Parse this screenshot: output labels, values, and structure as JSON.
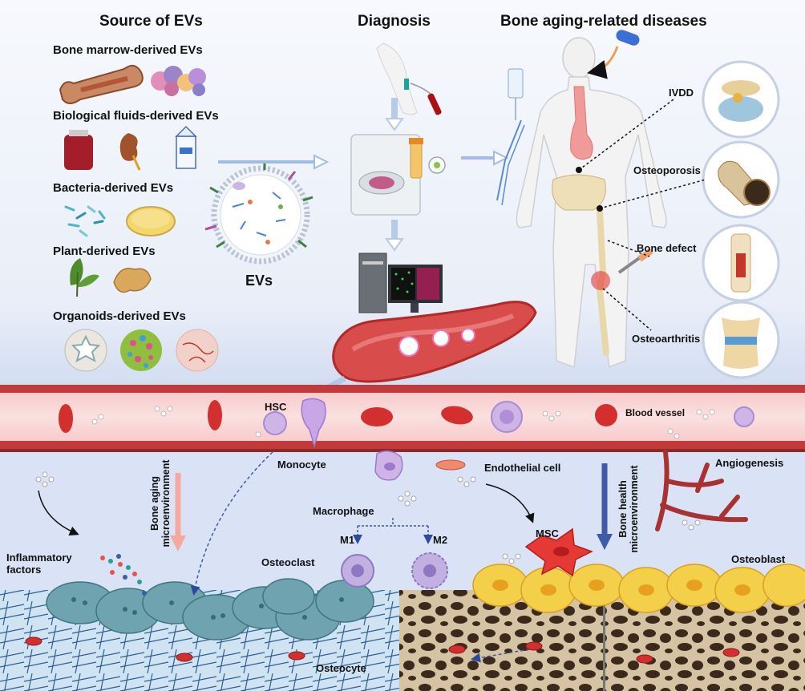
{
  "sections": {
    "source_title": "Source of EVs",
    "diagnosis_title": "Diagnosis",
    "diseases_title": "Bone aging-related diseases"
  },
  "sources": [
    "Bone marrow-derived EVs",
    "Biological fluids-derived EVs",
    "Bacteria-derived EVs",
    "Plant-derived EVs",
    "Organoids-derived EVs"
  ],
  "evs_label": "EVs",
  "diseases": [
    "IVDD",
    "Osteoporosis",
    "Bone defect",
    "Osteoarthritis"
  ],
  "bottom": {
    "hsc": "HSC",
    "blood_vessel": "Blood vessel",
    "monocyte": "Monocyte",
    "endothelial_cell": "Endothelial cell",
    "angiogenesis": "Angiogenesis",
    "macrophage": "Macrophage",
    "m1": "M1",
    "m2": "M2",
    "msc": "MSC",
    "osteoclast": "Osteoclast",
    "osteoblast": "Osteoblast",
    "osteocyte": "Osteocyte",
    "inflammatory_factors_1": "Inflammatory",
    "inflammatory_factors_2": "factors",
    "bone_aging_1": "Bone aging",
    "bone_aging_2": "microenvironment",
    "bone_health_1": "Bone health",
    "bone_health_2": "microenvironment"
  },
  "colors": {
    "vessel": "#e07a7a",
    "vessel_wall": "#b83232",
    "rbc": "#d32f2f",
    "osteoclast": "#6fa3b0",
    "osteoblast": "#f4cf4a",
    "msc": "#e53935",
    "arrow_blue": "#aac4e8",
    "dark_blue": "#3f5aa8"
  }
}
